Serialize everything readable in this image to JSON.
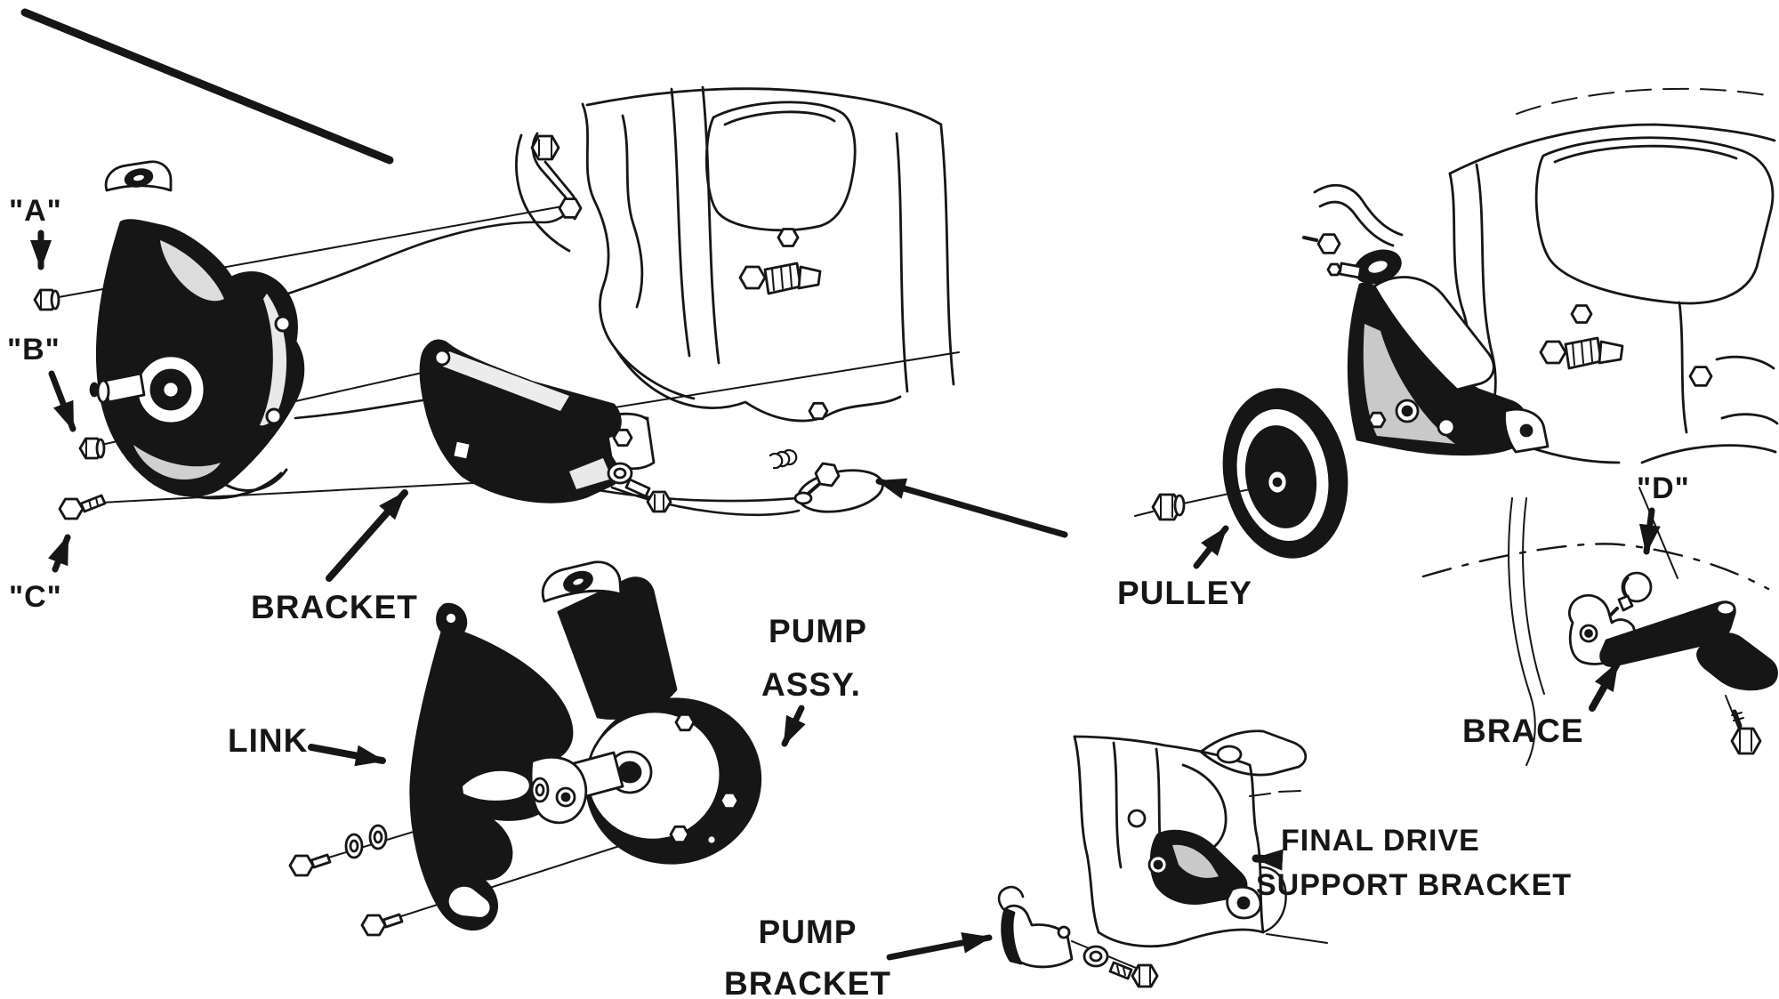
{
  "colors": {
    "background": "#ffffff",
    "ink": "#161616"
  },
  "callouts": {
    "a": "\"A\"",
    "b": "\"B\"",
    "c": "\"C\"",
    "d": "\"D\"",
    "bracket": "BRACKET",
    "link": "LINK",
    "pump_assy_line1": "PUMP",
    "pump_assy_line2": "ASSY.",
    "pulley": "PULLEY",
    "brace": "BRACE",
    "pump_bracket_line1": "PUMP",
    "pump_bracket_line2": "BRACKET",
    "final_drive_line1": "FINAL DRIVE",
    "final_drive_line2": "SUPPORT BRACKET"
  }
}
